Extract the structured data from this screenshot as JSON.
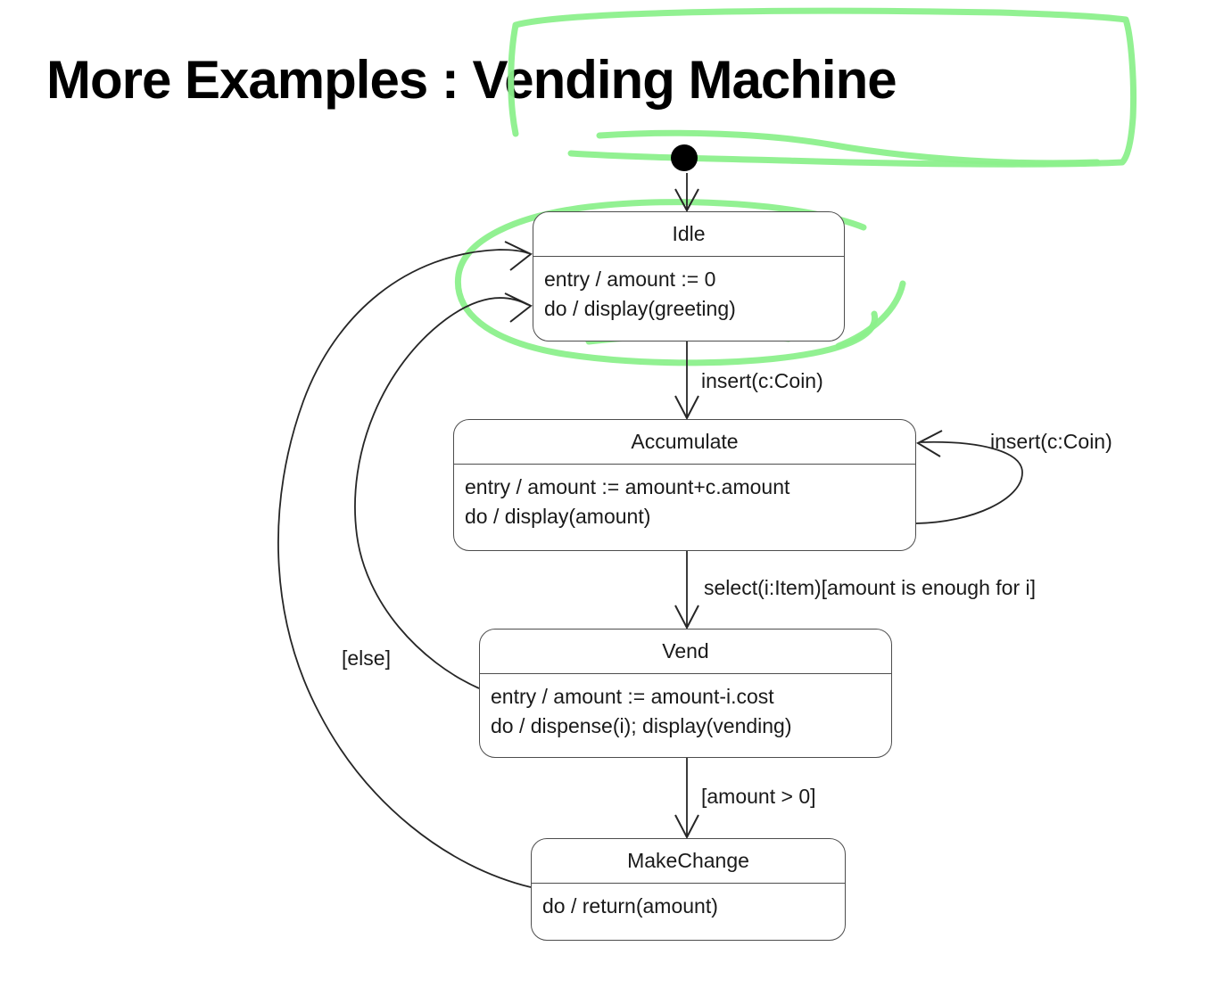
{
  "slide": {
    "title": "More Examples : Vending Machine",
    "background_color": "#ffffff",
    "text_color": "#000000"
  },
  "annotation": {
    "color": "#8cf08c",
    "title_box_note": "hand-drawn green highlighter rectangle around ': Vending Machine'",
    "idle_oval_note": "hand-drawn green highlighter oval around the Idle state"
  },
  "diagram": {
    "type": "uml-state-machine",
    "line_color": "#4d4d4d",
    "initial_state": {
      "name": "initial-pseudostate"
    },
    "states": [
      {
        "id": "idle",
        "name": "Idle",
        "actions": [
          "entry / amount := 0",
          "do / display(greeting)"
        ]
      },
      {
        "id": "accumulate",
        "name": "Accumulate",
        "actions": [
          "entry / amount := amount+c.amount",
          "do / display(amount)"
        ]
      },
      {
        "id": "vend",
        "name": "Vend",
        "actions": [
          "entry / amount := amount-i.cost",
          "do / dispense(i); display(vending)"
        ]
      },
      {
        "id": "makechange",
        "name": "MakeChange",
        "actions": [
          "do / return(amount)"
        ]
      }
    ],
    "transitions": [
      {
        "id": "t-init-idle",
        "from": "initial",
        "to": "idle",
        "label": ""
      },
      {
        "id": "t-idle-accumulate",
        "from": "idle",
        "to": "accumulate",
        "label": "insert(c:Coin)"
      },
      {
        "id": "t-accumulate-self",
        "from": "accumulate",
        "to": "accumulate",
        "label": "insert(c:Coin)"
      },
      {
        "id": "t-accumulate-vend",
        "from": "accumulate",
        "to": "vend",
        "label": "select(i:Item)[amount is enough for i]"
      },
      {
        "id": "t-vend-makechange",
        "from": "vend",
        "to": "makechange",
        "label": "[amount > 0]"
      },
      {
        "id": "t-vend-idle",
        "from": "vend",
        "to": "idle",
        "label": "[else]"
      },
      {
        "id": "t-makechange-idle",
        "from": "makechange",
        "to": "idle",
        "label": ""
      }
    ]
  }
}
